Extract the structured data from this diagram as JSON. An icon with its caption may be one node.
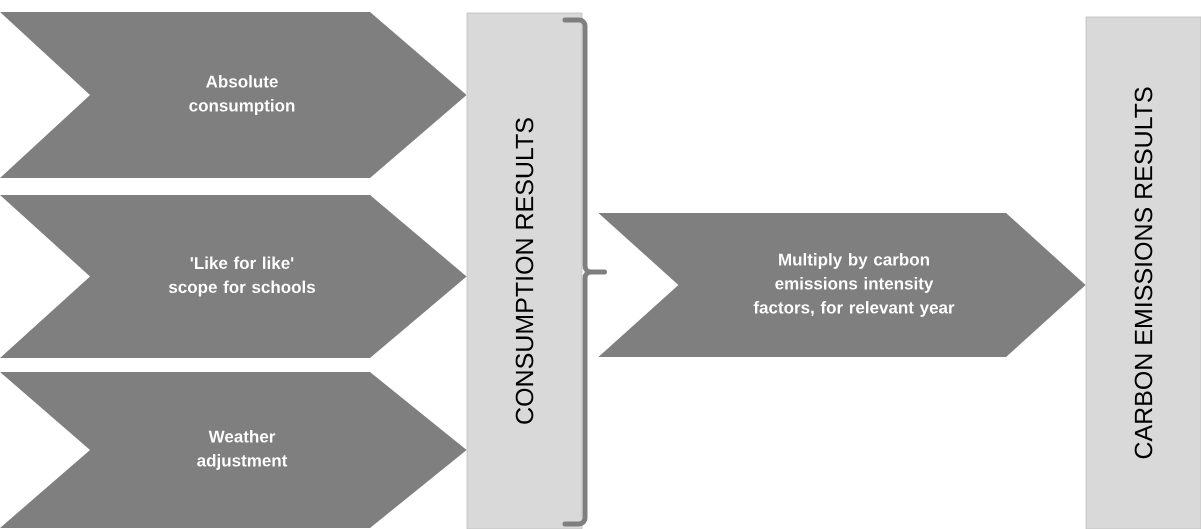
{
  "diagram": {
    "nodes": [
      {
        "text": [
          "CONSUMPTION RESULTS"
        ]
      },
      {
        "text": [
          "CARBON EMISSIONS RESULTS"
        ]
      }
    ],
    "edges": [
      {
        "from": null,
        "to": 0,
        "arrow": "to",
        "label": "Absolute consumption"
      },
      {
        "from": null,
        "to": 0,
        "arrow": "to",
        "label": "'Like for like' scope for schools"
      },
      {
        "from": null,
        "to": 0,
        "arrow": "to",
        "label": "Weather adjustment"
      },
      {
        "from": 0,
        "to": 1,
        "arrow": "to",
        "label": "Multiply by carbon emissions intensity factors, for relevant year"
      }
    ]
  }
}
